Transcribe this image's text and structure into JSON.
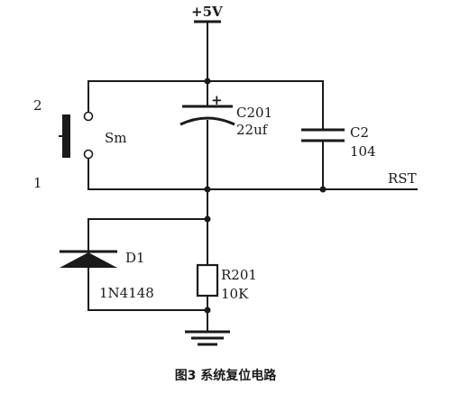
{
  "supply": {
    "label": "+5V"
  },
  "switch": {
    "label": "Sm",
    "pin_top": "2",
    "pin_bottom": "1"
  },
  "c201": {
    "ref": "C201",
    "value": "22uf",
    "polarity": "+"
  },
  "c2": {
    "ref": "C2",
    "value": "104"
  },
  "rst": {
    "label": "RST"
  },
  "diode": {
    "ref": "D1",
    "part": "1N4148"
  },
  "r201": {
    "ref": "R201",
    "value": "10K"
  },
  "caption": {
    "text": "图3 系统复位电路"
  },
  "colors": {
    "ink": "#1a1a1a",
    "background": "#ffffff"
  }
}
